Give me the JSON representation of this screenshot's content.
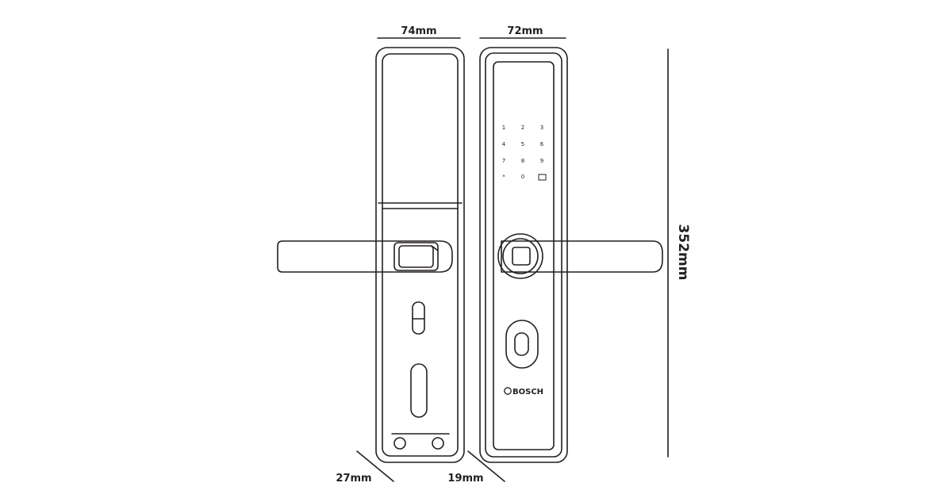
{
  "dimensions": {
    "back_width": "74mm",
    "front_width": "72mm",
    "height": "352mm",
    "back_depth": "27mm",
    "front_depth": "19mm"
  },
  "keypad": {
    "keys": [
      "1",
      "2",
      "3",
      "4",
      "5",
      "6",
      "7",
      "8",
      "9",
      "*",
      "0",
      ""
    ]
  },
  "brand": {
    "name": "BOSCH"
  },
  "colors": {
    "stroke": "#231f20",
    "background": "#ffffff"
  }
}
